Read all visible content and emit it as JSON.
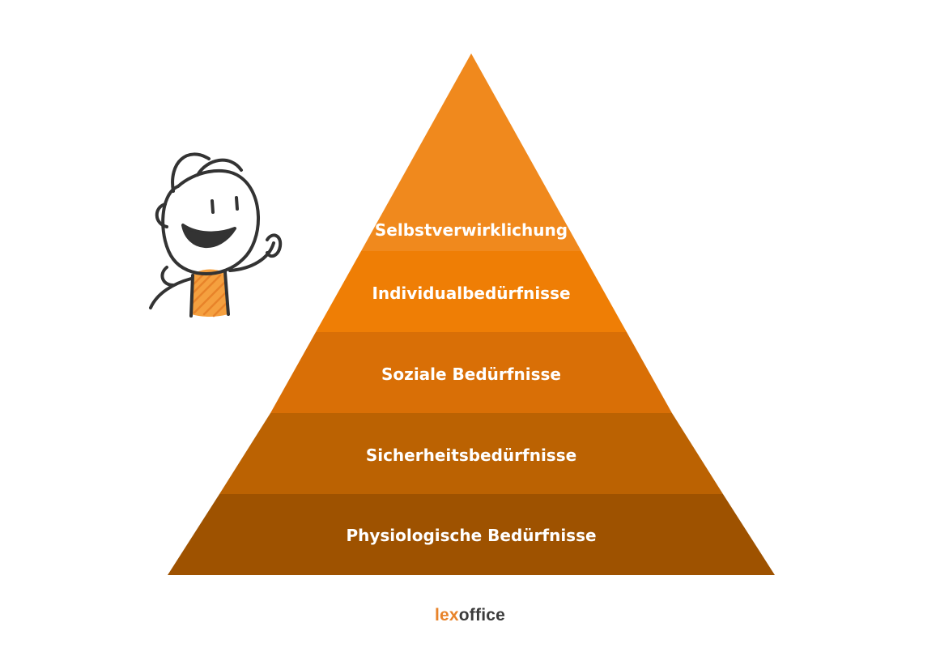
{
  "pyramid": {
    "levels": [
      {
        "label": "Selbstverwirklichung",
        "color": "#f0891d"
      },
      {
        "label": "Individualbedürfnisse",
        "color": "#ef7e05"
      },
      {
        "label": "Soziale Bedürfnisse",
        "color": "#d96f06"
      },
      {
        "label": "Sicherheitsbedürfnisse",
        "color": "#bb6202"
      },
      {
        "label": "Physiologische Bedürfnisse",
        "color": "#9e5200"
      }
    ]
  },
  "logo": {
    "part1": "lex",
    "part2": "office",
    "color1": "#e8832a",
    "color2": "#3b3b3b"
  },
  "illustration": {
    "icon": "waving-cartoon-figure-icon",
    "accent": "#f5a03f",
    "stroke": "#333333"
  }
}
